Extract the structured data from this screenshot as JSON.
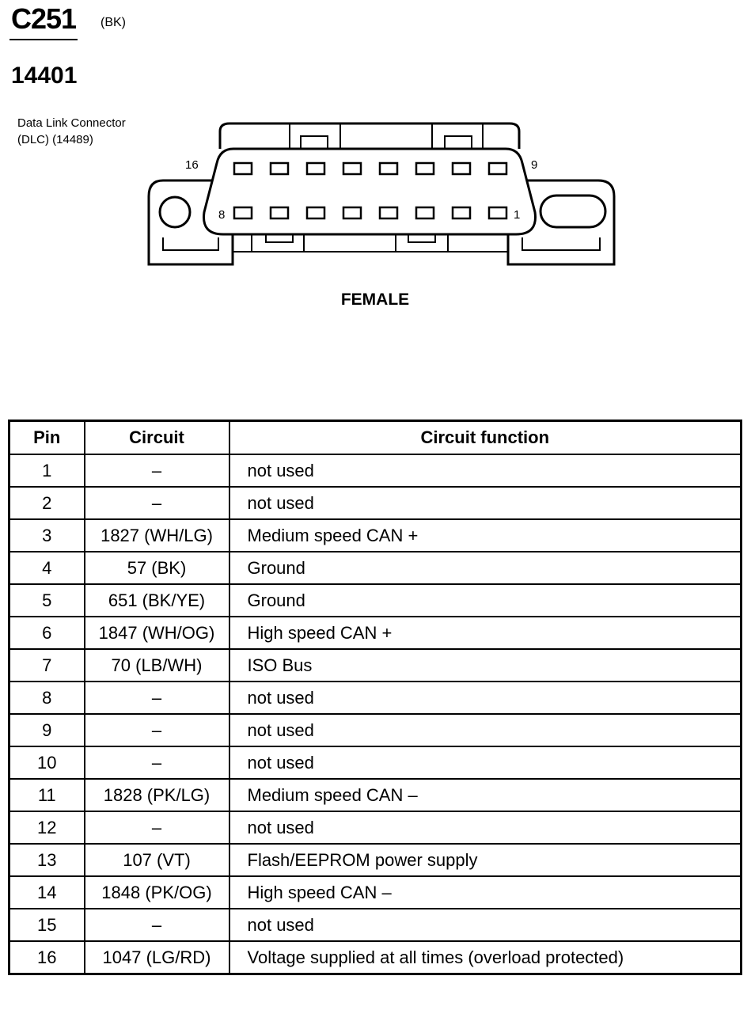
{
  "header": {
    "connector_id": "C251",
    "connector_color": "(BK)",
    "harness_number": "14401",
    "description_line1": "Data Link Connector",
    "description_line2": "(DLC) (14489)"
  },
  "diagram": {
    "pin_label_top_left": "16",
    "pin_label_top_right": "9",
    "pin_label_bottom_left": "8",
    "pin_label_bottom_right": "1",
    "gender": "FEMALE"
  },
  "table": {
    "headers": {
      "pin": "Pin",
      "circuit": "Circuit",
      "function": "Circuit function"
    },
    "rows": [
      {
        "pin": "1",
        "circuit": "–",
        "function": "not used"
      },
      {
        "pin": "2",
        "circuit": "–",
        "function": "not used"
      },
      {
        "pin": "3",
        "circuit": "1827 (WH/LG)",
        "function": "Medium speed CAN +"
      },
      {
        "pin": "4",
        "circuit": "57 (BK)",
        "function": "Ground"
      },
      {
        "pin": "5",
        "circuit": "651 (BK/YE)",
        "function": "Ground"
      },
      {
        "pin": "6",
        "circuit": "1847 (WH/OG)",
        "function": "High speed CAN +"
      },
      {
        "pin": "7",
        "circuit": "70 (LB/WH)",
        "function": "ISO Bus"
      },
      {
        "pin": "8",
        "circuit": "–",
        "function": "not used"
      },
      {
        "pin": "9",
        "circuit": "–",
        "function": "not used"
      },
      {
        "pin": "10",
        "circuit": "–",
        "function": "not used"
      },
      {
        "pin": "11",
        "circuit": "1828 (PK/LG)",
        "function": "Medium speed CAN –"
      },
      {
        "pin": "12",
        "circuit": "–",
        "function": "not used"
      },
      {
        "pin": "13",
        "circuit": "107 (VT)",
        "function": "Flash/EEPROM power supply"
      },
      {
        "pin": "14",
        "circuit": "1848 (PK/OG)",
        "function": "High speed CAN –"
      },
      {
        "pin": "15",
        "circuit": "–",
        "function": "not used"
      },
      {
        "pin": "16",
        "circuit": "1047 (LG/RD)",
        "function": "Voltage supplied at all times (overload protected)"
      }
    ]
  }
}
